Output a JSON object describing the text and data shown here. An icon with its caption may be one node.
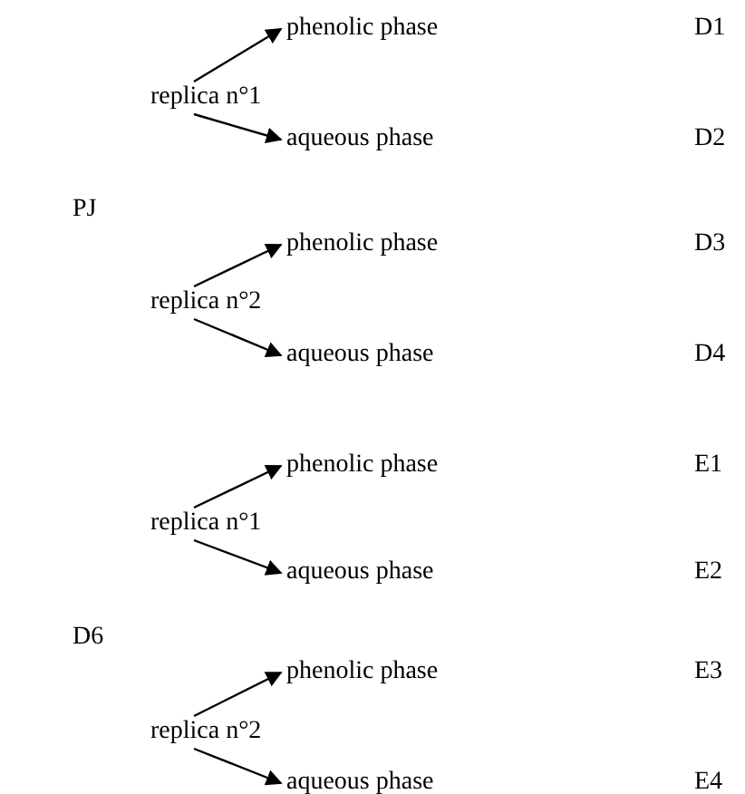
{
  "diagram": {
    "nodes": [
      {
        "text": [
          "replica n°1"
        ]
      },
      {
        "text": [
          "phenolic phase"
        ]
      },
      {
        "text": [
          "aqueous phase"
        ]
      },
      {
        "text": [
          "replica n°2"
        ]
      },
      {
        "text": [
          "phenolic phase"
        ]
      },
      {
        "text": [
          "aqueous phase"
        ]
      },
      {
        "text": [
          "replica n°1"
        ]
      },
      {
        "text": [
          "phenolic phase"
        ]
      },
      {
        "text": [
          "aqueous phase"
        ]
      },
      {
        "text": [
          "replica n°2"
        ]
      },
      {
        "text": [
          "phenolic phase"
        ]
      },
      {
        "text": [
          "aqueous phase"
        ]
      }
    ],
    "edges": [
      {
        "from": 0,
        "to": 1,
        "arrow": "to"
      },
      {
        "from": 0,
        "to": 2,
        "arrow": "to"
      },
      {
        "from": 3,
        "to": 4,
        "arrow": "to"
      },
      {
        "from": 3,
        "to": 5,
        "arrow": "to"
      },
      {
        "from": 6,
        "to": 7,
        "arrow": "to"
      },
      {
        "from": 6,
        "to": 8,
        "arrow": "to"
      },
      {
        "from": 9,
        "to": 10,
        "arrow": "to"
      },
      {
        "from": 9,
        "to": 11,
        "arrow": "to"
      }
    ],
    "labels": [
      "D1",
      "D2",
      "PJ",
      "D3",
      "D4",
      "E1",
      "E2",
      "D6",
      "E3",
      "E4"
    ]
  }
}
